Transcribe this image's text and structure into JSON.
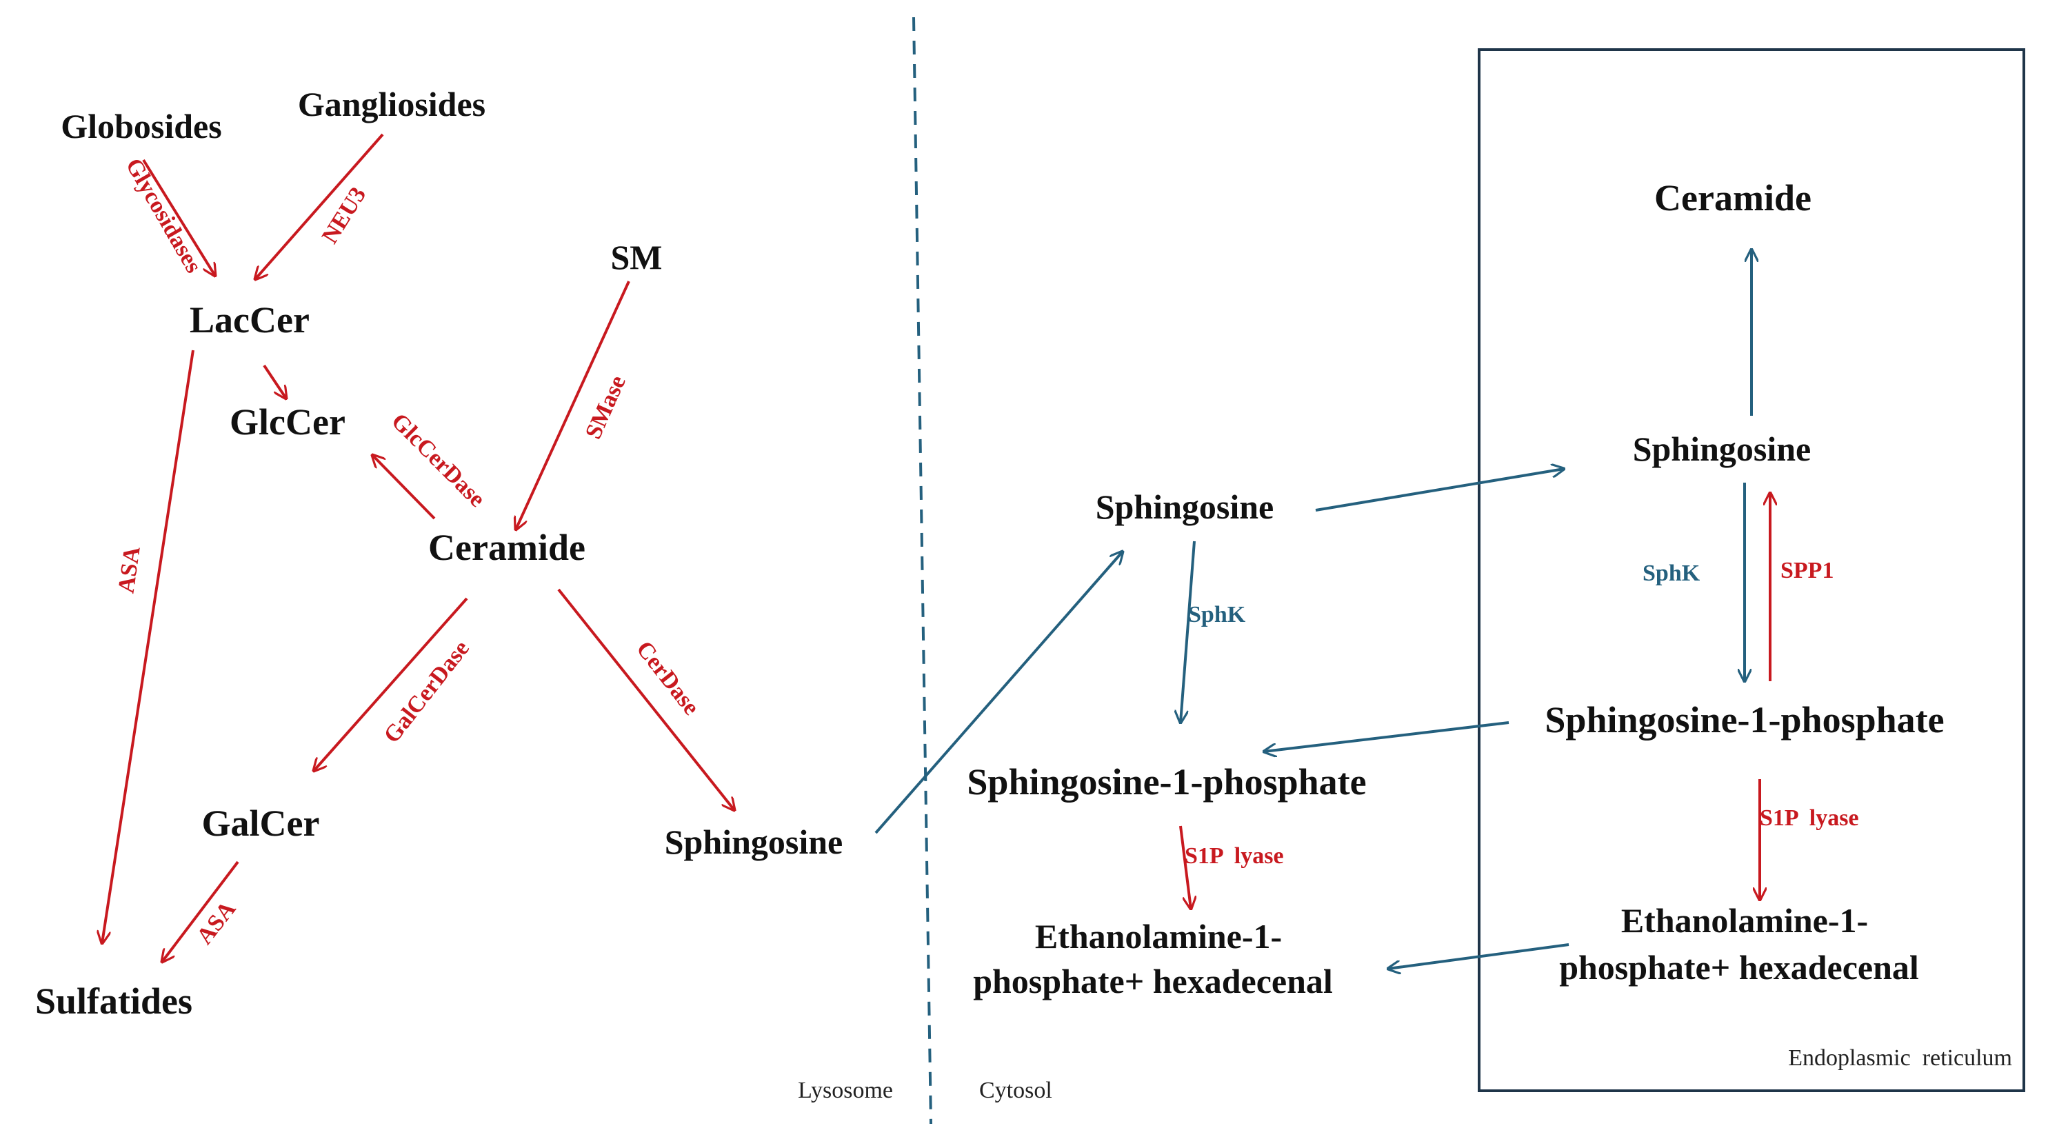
{
  "colors": {
    "red_arrow": "#c8191f",
    "blue_arrow": "#24607e",
    "text": "#111111",
    "er_border": "#1f3549",
    "divider": "#24607e"
  },
  "lysosome": {
    "globosides": "Globosides",
    "gangliosides": "Gangliosides",
    "laccer": "LacCer",
    "glccer": "GlcCer",
    "sm": "SM",
    "ceramide": "Ceramide",
    "galcer": "GalCer",
    "sphingosine": "Sphingosine",
    "sulfatides": "Sulfatides",
    "enzymes": {
      "glycosidases": "Glycosidases",
      "neu3": "NEU3",
      "asa_left": "ASA",
      "glccerdase": "GlcCerDase",
      "smase": "SMase",
      "galcerdase": "GalCerDase",
      "cerdase": "CerDase",
      "asa_bottom": "ASA"
    }
  },
  "cytosol": {
    "sphingosine": "Sphingosine",
    "s1p": "Sphingosine-1-phosphate",
    "product_line1": "Ethanolamine-1-",
    "product_line2": "phosphate+ hexadecenal",
    "enzymes": {
      "sphk": "SphK",
      "s1p_lyase": "S1P  lyase"
    }
  },
  "er": {
    "ceramide": "Ceramide",
    "sphingosine": "Sphingosine",
    "s1p": "Sphingosine-1-phosphate",
    "product_line1": "Ethanolamine-1-",
    "product_line2": "phosphate+ hexadecenal",
    "enzymes": {
      "sphk": "SphK",
      "spp1": "SPP1",
      "s1p_lyase": "S1P  lyase"
    }
  },
  "compartments": {
    "lysosome": "Lysosome",
    "cytosol": "Cytosol",
    "er": "Endoplasmic  reticulum"
  }
}
